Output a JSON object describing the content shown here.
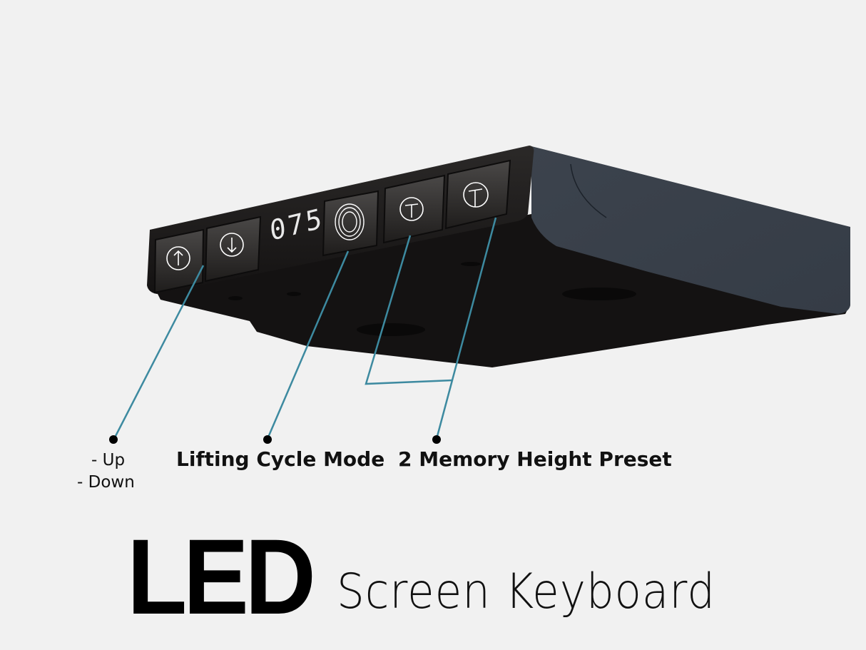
{
  "product": {
    "name": "LED Screen Keyboard",
    "display_value": "075",
    "buttons": [
      {
        "id": "up",
        "icon": "arrow-up-circle-icon"
      },
      {
        "id": "down",
        "icon": "arrow-down-circle-icon"
      },
      {
        "id": "cycle",
        "icon": "concentric-circles-icon"
      },
      {
        "id": "memory-1",
        "icon": "memory-t-circle-icon"
      },
      {
        "id": "memory-2",
        "icon": "memory-t-circle-icon"
      }
    ]
  },
  "callouts": {
    "updown": {
      "line1": "- Up",
      "line2": "- Down"
    },
    "cycle": "Lifting Cycle Mode",
    "memory": "2 Memory Height Preset"
  },
  "title": {
    "bold": "LED",
    "light": "Screen Keyboard"
  },
  "colors": {
    "background": "#f1f1f1",
    "leader_line": "#3d8aa0",
    "body_dark": "#141212",
    "body_side": "#3a414b",
    "text": "#111111"
  }
}
